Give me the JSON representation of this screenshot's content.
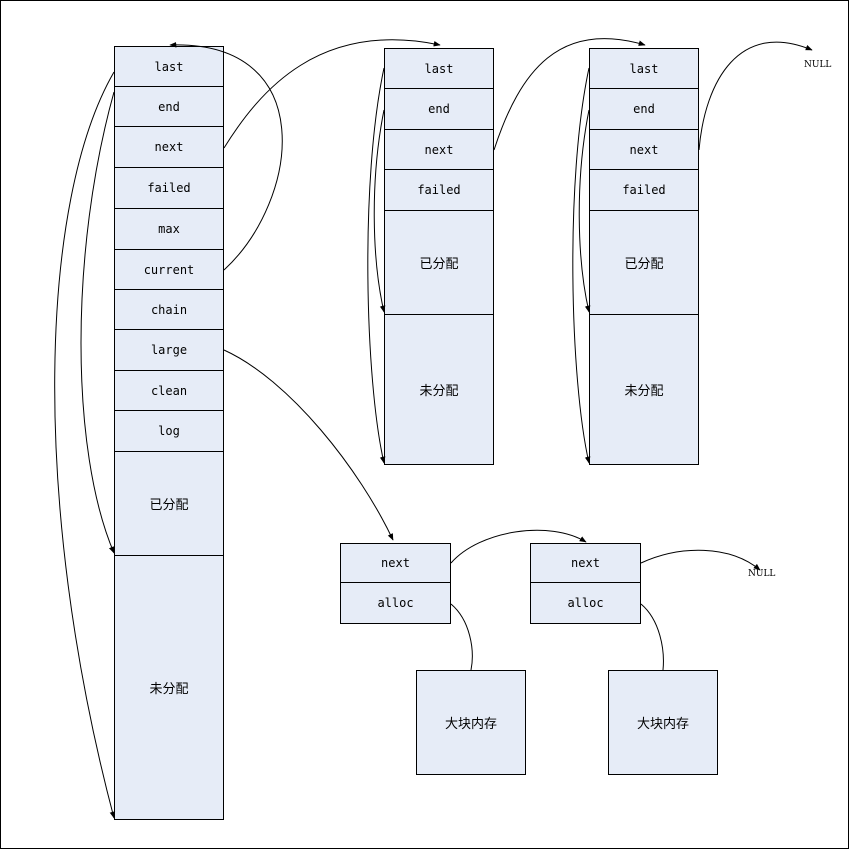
{
  "pool1": {
    "last": "last",
    "end": "end",
    "next": "next",
    "failed": "failed",
    "max": "max",
    "current": "current",
    "chain": "chain",
    "large": "large",
    "clean": "clean",
    "log": "log",
    "allocated": "已分配",
    "unallocated": "未分配"
  },
  "pool2": {
    "last": "last",
    "end": "end",
    "next": "next",
    "failed": "failed",
    "allocated": "已分配",
    "unallocated": "未分配"
  },
  "pool3": {
    "last": "last",
    "end": "end",
    "next": "next",
    "failed": "failed",
    "allocated": "已分配",
    "unallocated": "未分配"
  },
  "large1": {
    "next": "next",
    "alloc": "alloc",
    "block": "大块内存"
  },
  "large2": {
    "next": "next",
    "alloc": "alloc",
    "block": "大块内存"
  },
  "null_labels": {
    "pool_chain": "NULL",
    "large_chain": "NULL"
  }
}
